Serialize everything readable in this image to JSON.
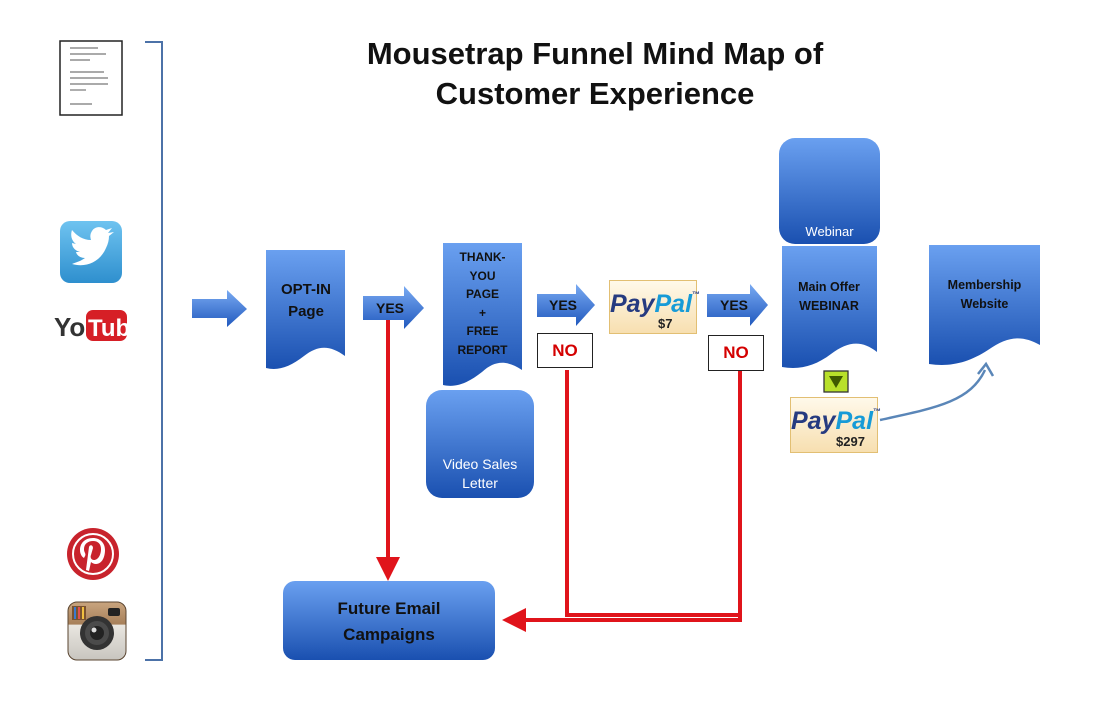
{
  "title_line1": "Mousetrap Funnel Mind Map of",
  "title_line2": "Customer Experience",
  "channels": [
    "letter-document-icon",
    "twitter-icon",
    "youtube-icon",
    "pinterest-icon",
    "instagram-icon"
  ],
  "youtube": {
    "you": "You",
    "tube": "Tube"
  },
  "steps": {
    "optin": {
      "line1": "OPT-IN",
      "line2": "Page"
    },
    "thankyou": [
      "THANK-",
      "YOU",
      "PAGE",
      "+",
      "FREE",
      "REPORT"
    ],
    "vsl": {
      "line1": "Video Sales",
      "line2": "Letter"
    },
    "webinar_top": "Webinar",
    "main_offer": {
      "line1": "Main Offer",
      "line2": "WEBINAR"
    },
    "membership": {
      "line1": "Membership",
      "line2": "Website"
    },
    "email": {
      "line1": "Future Email",
      "line2": "Campaigns"
    }
  },
  "yes_labels": [
    "YES",
    "YES",
    "YES"
  ],
  "no_labels": [
    "NO",
    "NO"
  ],
  "paypal": [
    {
      "brand_a": "Pay",
      "brand_b": "Pal",
      "tm": "™",
      "amount": "$7"
    },
    {
      "brand_a": "Pay",
      "brand_b": "Pal",
      "tm": "™",
      "amount": "$297"
    }
  ],
  "colors": {
    "shape_light": "#5b94ec",
    "shape_dark": "#1b52b3",
    "no_arrow": "#e0141b",
    "return_arrow": "#5a86b8",
    "down_marker": "#b8e02a"
  }
}
